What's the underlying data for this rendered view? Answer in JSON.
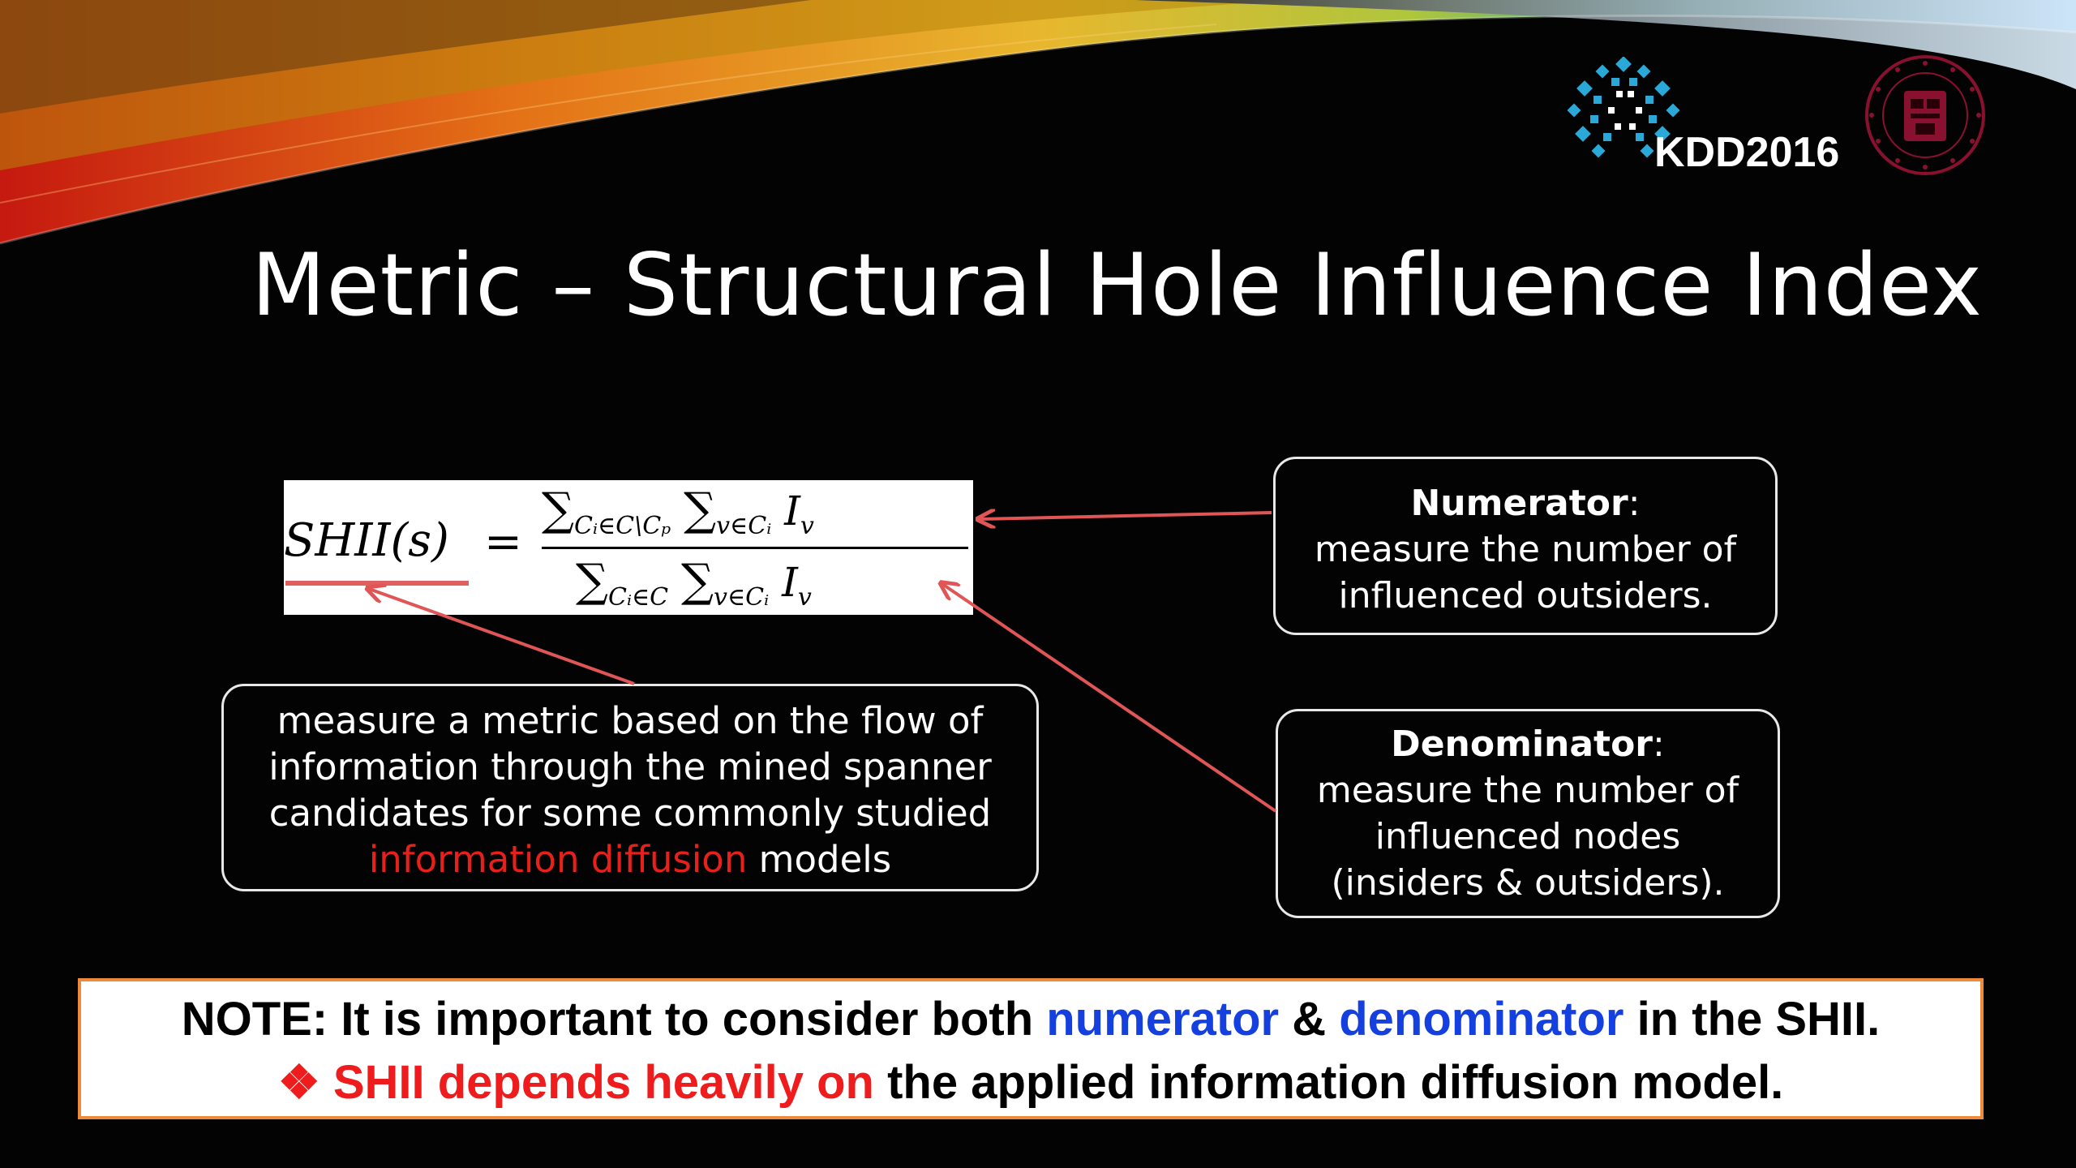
{
  "slide": {
    "title": "Metric – Structural Hole Influence Index",
    "logo_text": "KDD2016"
  },
  "formula": {
    "lhs": "SHII(s)",
    "equals": "=",
    "sum_symbol": "∑",
    "numerator_sub1": "Cᵢ∈C\\Cₚ",
    "numerator_sub2": "v∈Cᵢ",
    "numerator_term": "I",
    "numerator_term_sub": "v",
    "denominator_sub1": "Cᵢ∈C",
    "denominator_sub2": "v∈Cᵢ",
    "denominator_term": "I",
    "denominator_term_sub": "v"
  },
  "numerator_box": {
    "heading": "Numerator",
    "colon": ":",
    "line1": "measure the number of",
    "line2": "influenced outsiders."
  },
  "denominator_box": {
    "heading": "Denominator",
    "colon": ":",
    "line1": "measure the number of",
    "line2": "influenced nodes",
    "line3": "(insiders & outsiders)."
  },
  "metric_box": {
    "line1": "measure a metric based on the flow of",
    "line2": "information through the mined spanner",
    "line3": "candidates for some commonly studied",
    "highlight": "information diffusion",
    "tail": " models"
  },
  "note": {
    "prefix": "NOTE: It is important to consider both ",
    "numerator": "numerator",
    "amp": " & ",
    "denominator": "denominator",
    "suffix": " in the SHII.",
    "bullet": "❖ ",
    "red_part": "SHII depends heavily on",
    "rest": " the applied information diffusion model."
  },
  "colors": {
    "background": "#030303",
    "arrow": "#e05555",
    "note_border": "#ef8a3a",
    "note_blue": "#1440e0",
    "note_red": "#ee1c1c",
    "highlight_red": "#e8201c",
    "logo_blue": "#2aa8d8",
    "seal": "#8a1030"
  },
  "icons": {
    "kdd_logo": "snowflake-mosaic-icon",
    "university_seal": "university-seal-icon"
  }
}
